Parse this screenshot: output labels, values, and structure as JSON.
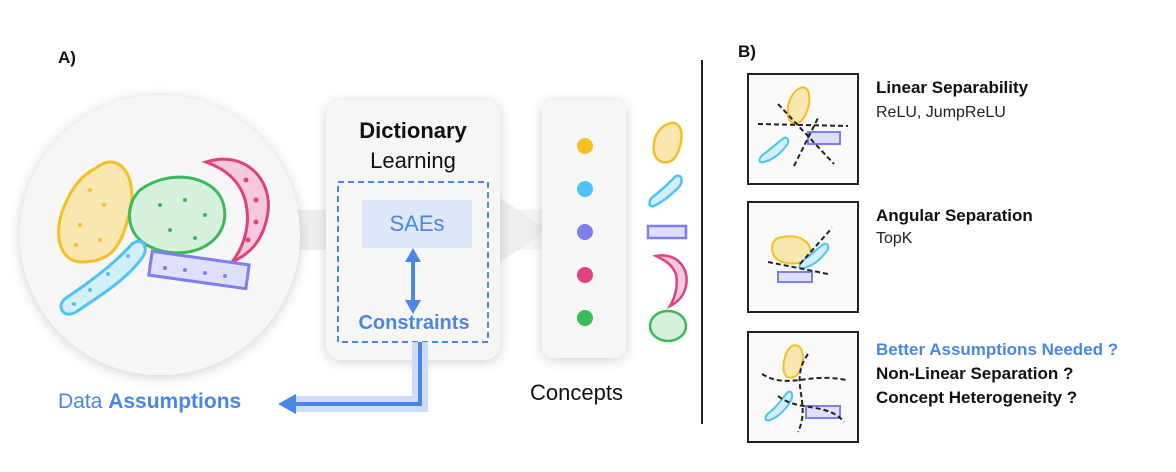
{
  "panel_a": {
    "label": "A)",
    "dictionary_title": "Dictionary",
    "dictionary_subtitle": "Learning",
    "saes_label": "SAEs",
    "constraints_label": "Constraints",
    "concepts_label": "Concepts",
    "data_assumptions_prefix": "Data",
    "data_assumptions_bold": "Assumptions",
    "concept_dot_colors": [
      "#f6bf26",
      "#4fc3f7",
      "#7e7ef0",
      "#e0427f",
      "#3cb958"
    ]
  },
  "panel_b": {
    "label": "B)",
    "rows": [
      {
        "title": "Linear Separability",
        "subtitle": "ReLU, JumpReLU"
      },
      {
        "title": "Angular Separation",
        "subtitle": "TopK"
      },
      {
        "title_blue": "Better Assumptions Needed ?",
        "line2": "Non-Linear Separation ?",
        "line3": "Concept Heterogeneity ?"
      }
    ]
  },
  "colors": {
    "accent_blue": "#4a86e8",
    "yellow": "#f6bf26",
    "cyan": "#4fc3f7",
    "purple": "#7e7ef0",
    "pink": "#e0427f",
    "green": "#3cb958"
  }
}
